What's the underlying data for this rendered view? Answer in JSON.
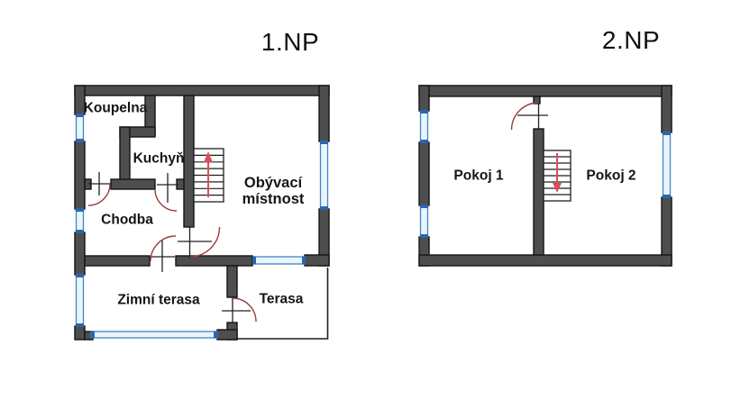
{
  "page": {
    "background": "#ffffff"
  },
  "colors": {
    "wall": "#4e4e4e",
    "wall_outline": "#141414",
    "window": "#3d85c8",
    "window_fill": "#eaf4fb",
    "window_cap": "#2b66ad",
    "door": "#9c3b3b",
    "arrow": "#d94f5c",
    "line": "#1f1f1f",
    "text": "#111111"
  },
  "floor1": {
    "title": "1.NP",
    "rooms": {
      "koupelna": "Koupelna",
      "kuchyn": "Kuchyň",
      "obyvaci": "Obývací místnost",
      "chodba": "Chodba",
      "zimni_terasa": "Zimní terasa",
      "terasa": "Terasa"
    }
  },
  "floor2": {
    "title": "2.NP",
    "rooms": {
      "pokoj1": "Pokoj 1",
      "pokoj2": "Pokoj 2"
    }
  }
}
